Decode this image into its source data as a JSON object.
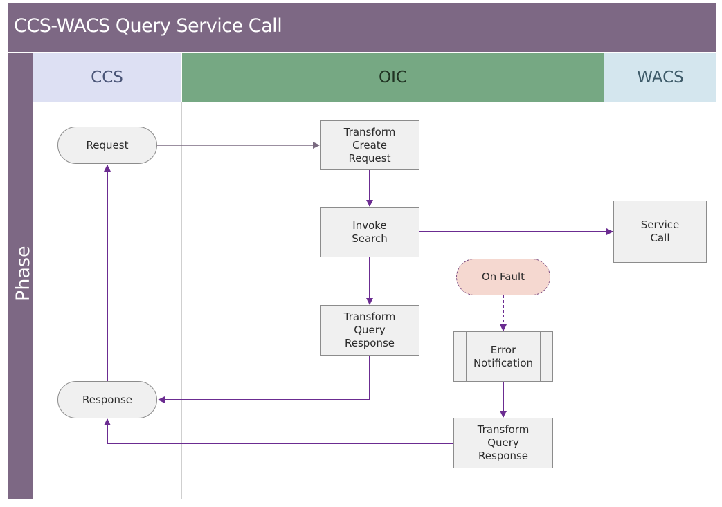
{
  "title": "CCS-WACS Query Service Call",
  "phase_label": "Phase",
  "lanes": {
    "ccs": "CCS",
    "oic": "OIC",
    "wacs": "WACS"
  },
  "nodes": {
    "request": "Request",
    "response": "Response",
    "transform_create_request": "Transform\nCreate\nRequest",
    "invoke_search": "Invoke\nSearch",
    "transform_query_response_1": "Transform\nQuery\nResponse",
    "on_fault": "On Fault",
    "error_notification": "Error\nNotification",
    "transform_query_response_2": "Transform\nQuery\nResponse",
    "service_call": "Service\nCall"
  },
  "colors": {
    "header": "#7d6884",
    "ccs_lane": "#dde0f3",
    "oic_lane": "#76a883",
    "wacs_lane": "#d4e6ee",
    "arrow": "#6b2c91",
    "fault_fill": "#f5d8d0"
  }
}
